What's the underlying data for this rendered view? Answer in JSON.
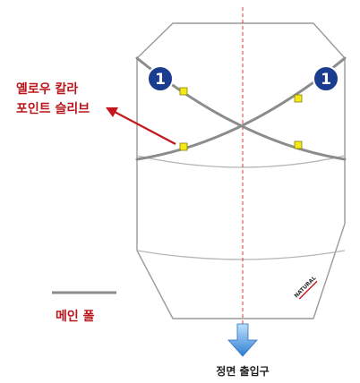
{
  "labels": {
    "yellow_slit_line1": "옐로우 칼라",
    "yellow_slit_line2": "포인트 슬리브",
    "main_pole": "메인 폴",
    "front_entrance": "정면 출입구"
  },
  "badges": {
    "left": "1",
    "right": "1"
  },
  "logo": {
    "text": "NATURAL"
  },
  "colors": {
    "pole": "#8c8c8c",
    "marker": "#f4e81a",
    "badge": "#1a3d8f",
    "label_red": "#b8161c",
    "centerline": "#e0353a",
    "arrow_blue": "#2f7fd0"
  }
}
